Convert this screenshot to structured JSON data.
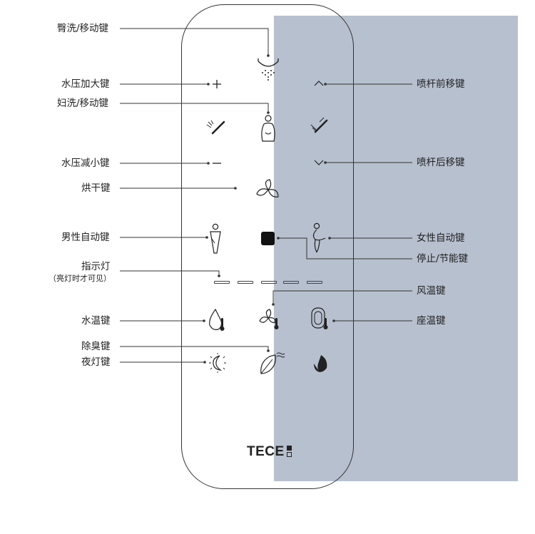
{
  "labels_left": {
    "arm_wash": "臀洗/移动键",
    "pressure_up": "水压加大键",
    "lady_wash": "妇洗/移动键",
    "pressure_down": "水压减小键",
    "dry": "烘干键",
    "male_auto": "男性自动键",
    "indicator": "指示灯",
    "indicator_note": "（亮灯时才可见）",
    "water_temp": "水温键",
    "deodor": "除臭键",
    "night_light": "夜灯键"
  },
  "labels_right": {
    "nozzle_forward": "喷杆前移键",
    "nozzle_back": "喷杆后移键",
    "female_auto": "女性自动键",
    "stop_save": "停止/节能键",
    "air_temp": "风温键",
    "seat_temp": "座温键"
  },
  "brand": "TECE",
  "colors": {
    "shade": "#b7c0ce",
    "ink": "#222222"
  },
  "icons": [
    "rear-wash-icon",
    "plus-icon",
    "caret-up-icon",
    "spray-left-icon",
    "lady-wash-icon",
    "spray-right-icon",
    "minus-icon",
    "caret-down-icon",
    "fan-icon",
    "male-icon",
    "stop-icon",
    "female-icon",
    "indicator-lights",
    "water-temp-icon",
    "air-temp-icon",
    "seat-temp-icon",
    "night-light-icon",
    "deodor-icon",
    "eco-icon"
  ]
}
